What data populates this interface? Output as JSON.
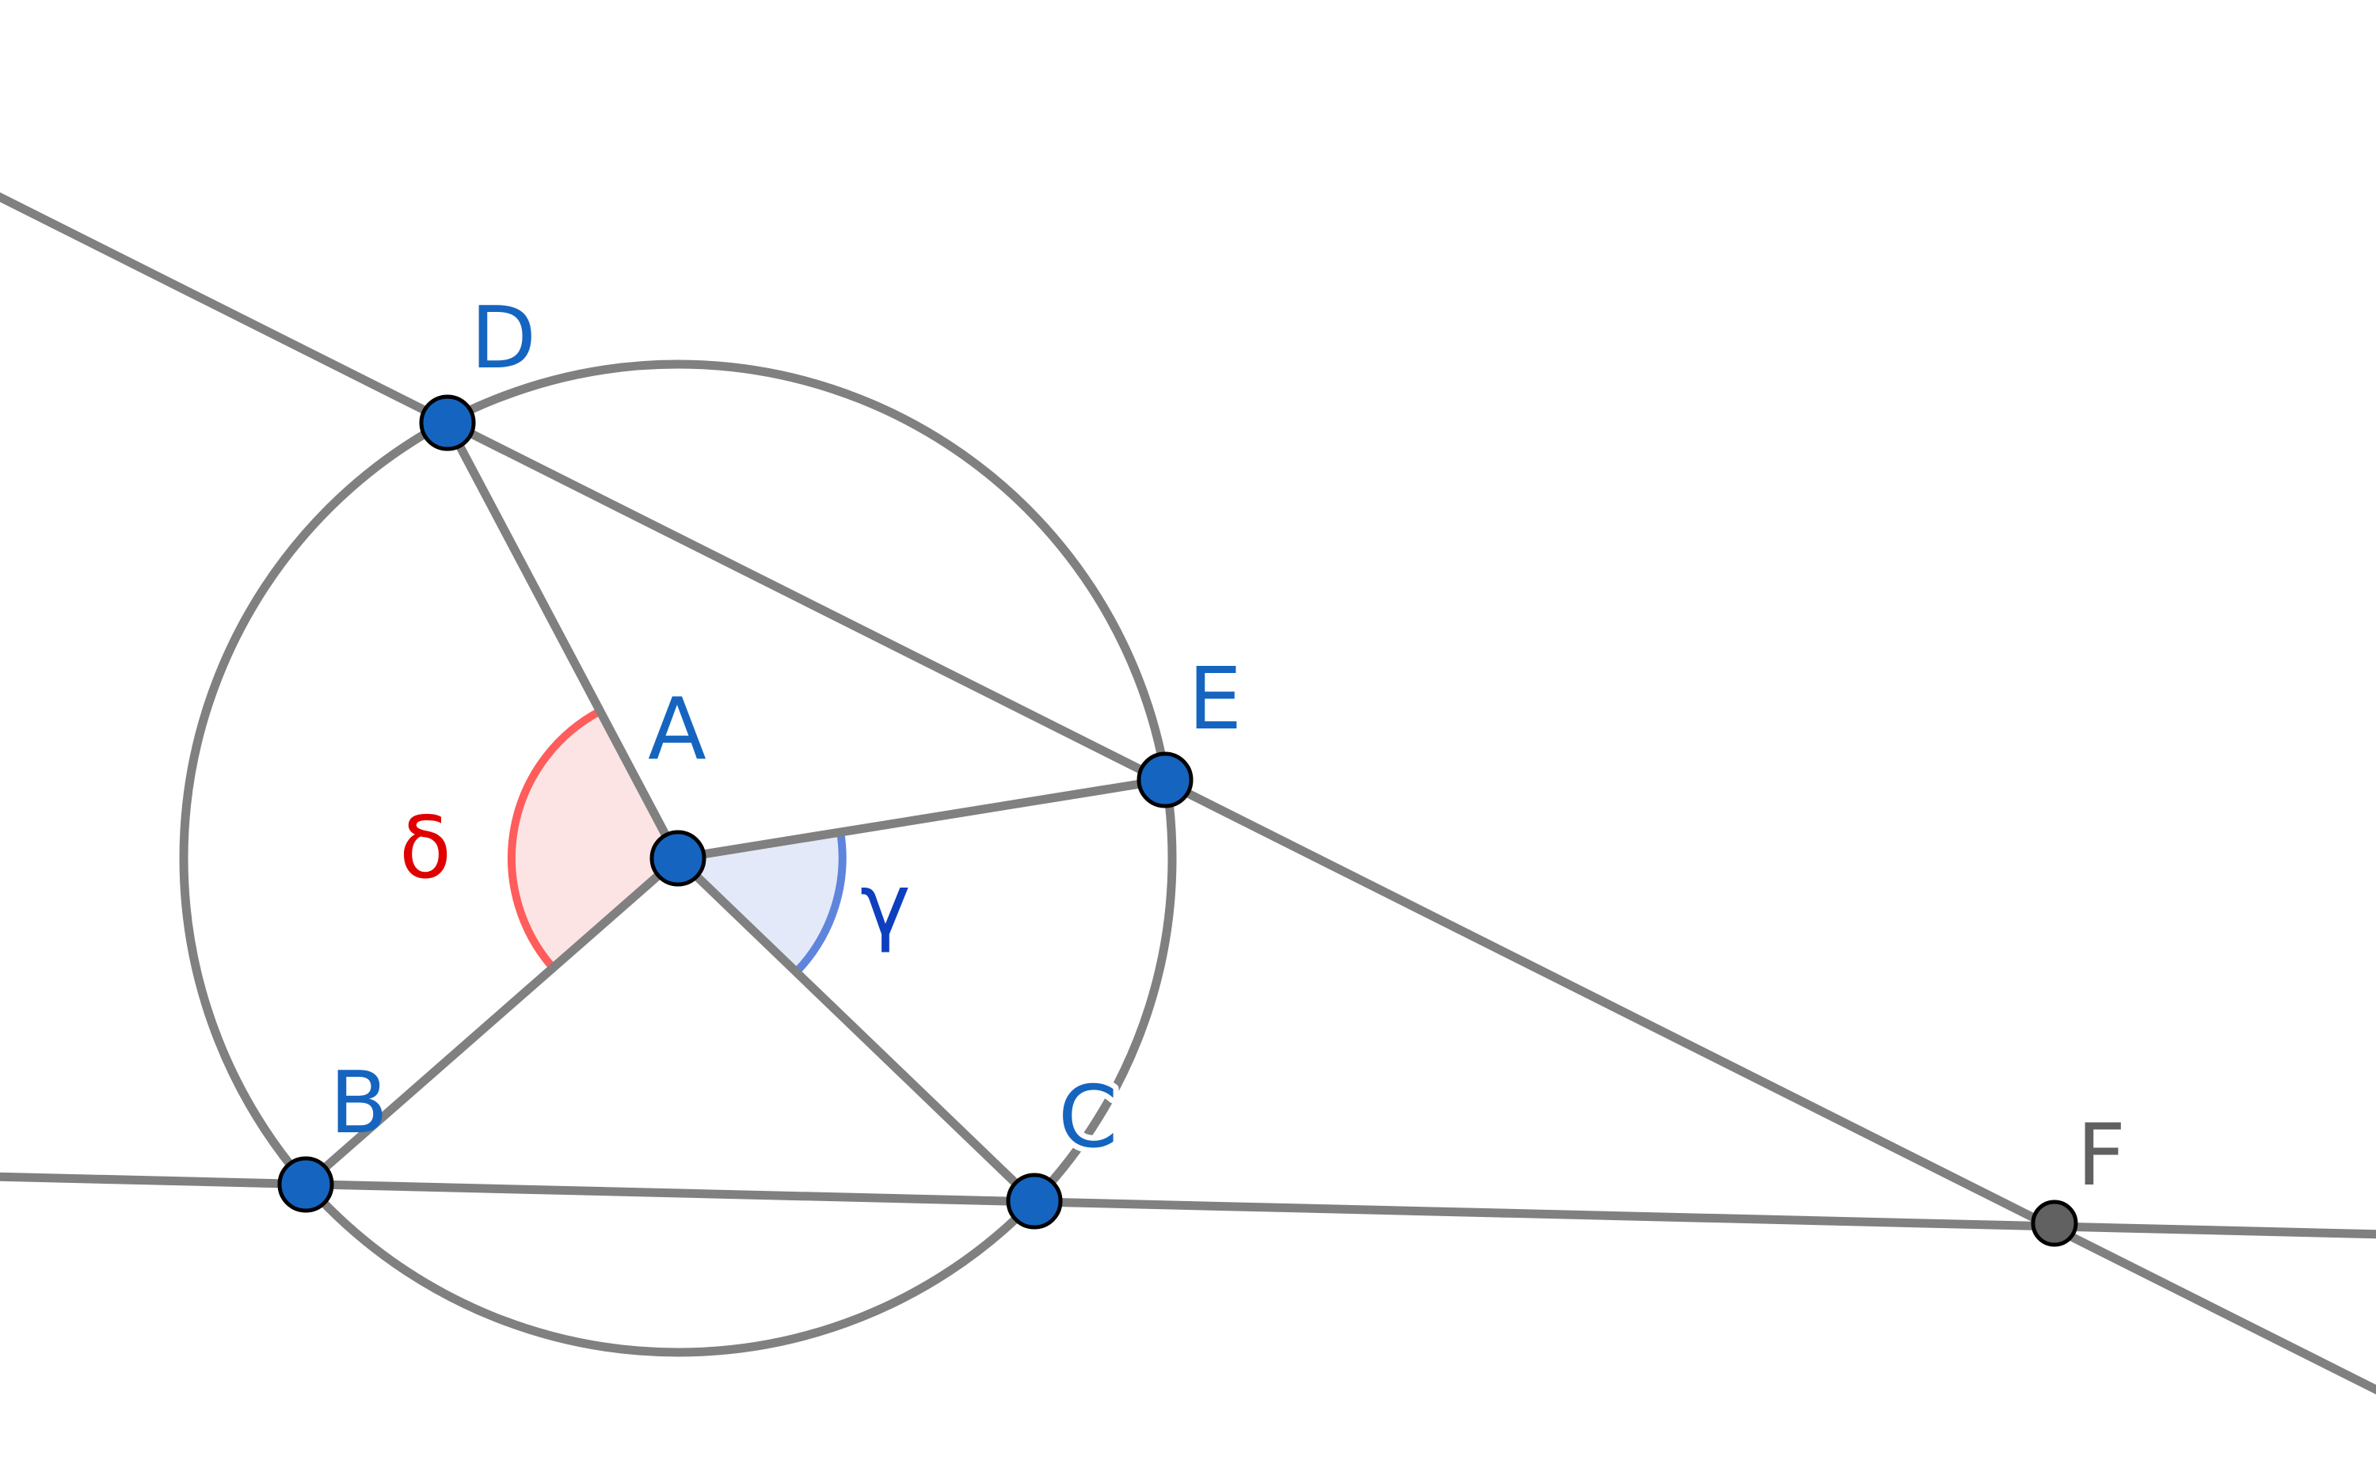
{
  "colors": {
    "background": "#ffffff",
    "line": "#808080",
    "point_fill": "#1565c0",
    "point_stroke": "#000000",
    "intersection_fill": "#616161",
    "label_blue": "#1565c0",
    "label_gray": "#616161",
    "delta_stroke": "#ff5c5c",
    "delta_fill": "#fde4e4",
    "delta_label": "#e00000",
    "gamma_stroke": "#5f84dc",
    "gamma_fill": "#e3e9f8",
    "gamma_label": "#0d3fbf"
  },
  "points": [
    {
      "id": "A",
      "label": "A"
    },
    {
      "id": "B",
      "label": "B"
    },
    {
      "id": "C",
      "label": "C"
    },
    {
      "id": "D",
      "label": "D"
    },
    {
      "id": "E",
      "label": "E"
    },
    {
      "id": "F",
      "label": "F"
    }
  ],
  "angles": [
    {
      "id": "delta",
      "label": "δ",
      "vertex": "A",
      "from": "B",
      "to": "D"
    },
    {
      "id": "gamma",
      "label": "γ",
      "vertex": "A",
      "from": "E",
      "to": "C"
    }
  ]
}
